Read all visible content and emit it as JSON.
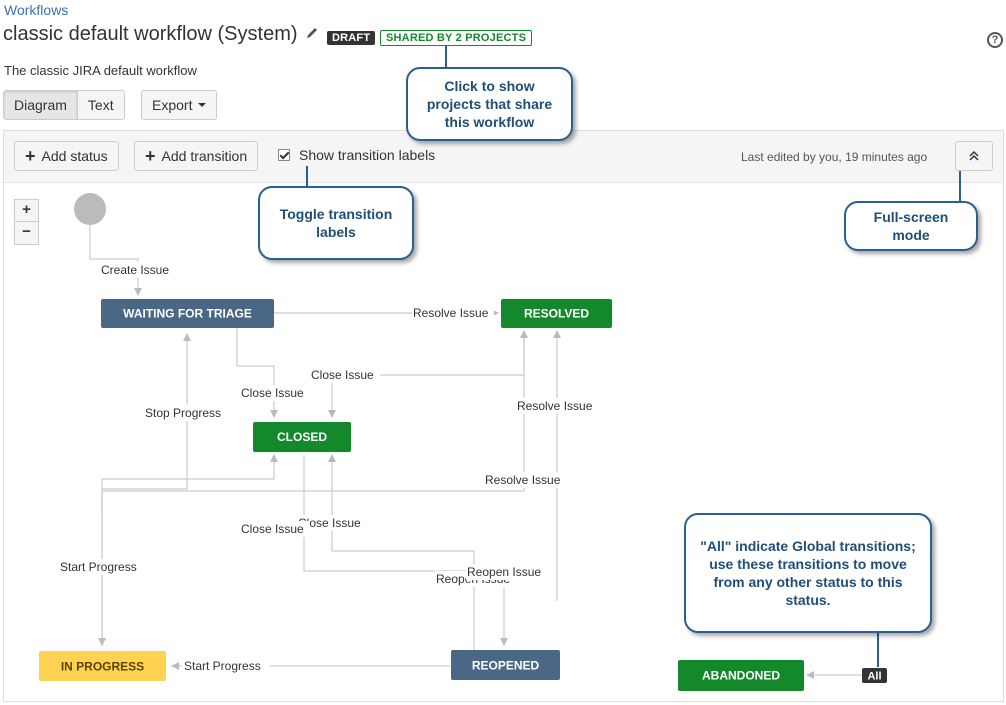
{
  "breadcrumb": "Workflows",
  "title": "classic default workflow (System)",
  "lozenges": {
    "draft": "DRAFT",
    "shared": "SHARED BY 2 PROJECTS"
  },
  "description": "The classic JIRA default workflow",
  "view_tabs": {
    "diagram": "Diagram",
    "text": "Text"
  },
  "export_label": "Export",
  "toolbar": {
    "add_status": "Add status",
    "add_transition": "Add transition",
    "show_labels": "Show transition labels",
    "show_labels_checked": true,
    "last_edited": "Last edited by you, 19 minutes ago"
  },
  "zoom": {
    "in": "+",
    "out": "−"
  },
  "statuses": {
    "waiting": "WAITING FOR TRIAGE",
    "resolved": "RESOLVED",
    "closed": "CLOSED",
    "in_progress": "IN PROGRESS",
    "reopened": "REOPENED",
    "abandoned": "ABANDONED"
  },
  "status_colors": {
    "todo": "#4a6785",
    "done": "#14892c",
    "in_progress": "#ffd351"
  },
  "transitions": {
    "create_issue": "Create Issue",
    "resolve_top": "Resolve Issue",
    "close_waiting": "Close Issue",
    "close_resolved": "Close Issue",
    "stop_progress": "Stop Progress",
    "resolve_right": "Resolve Issue",
    "resolve_mid": "Resolve Issue",
    "close_progress": "Close Issue",
    "close_reopened": "Close Issue",
    "start_progress_left": "Start Progress",
    "reopen_resolved": "Reopen Issue",
    "reopen_closed": "Reopen Issue",
    "start_progress_bottom": "Start Progress",
    "all": "All"
  },
  "callouts": {
    "shared": "Click to show projects that share this workflow",
    "toggle": "Toggle transition labels",
    "fullscreen": "Full-screen mode",
    "all": "\"All\" indicate Global transitions; use these transitions to move from any other status to this status."
  }
}
